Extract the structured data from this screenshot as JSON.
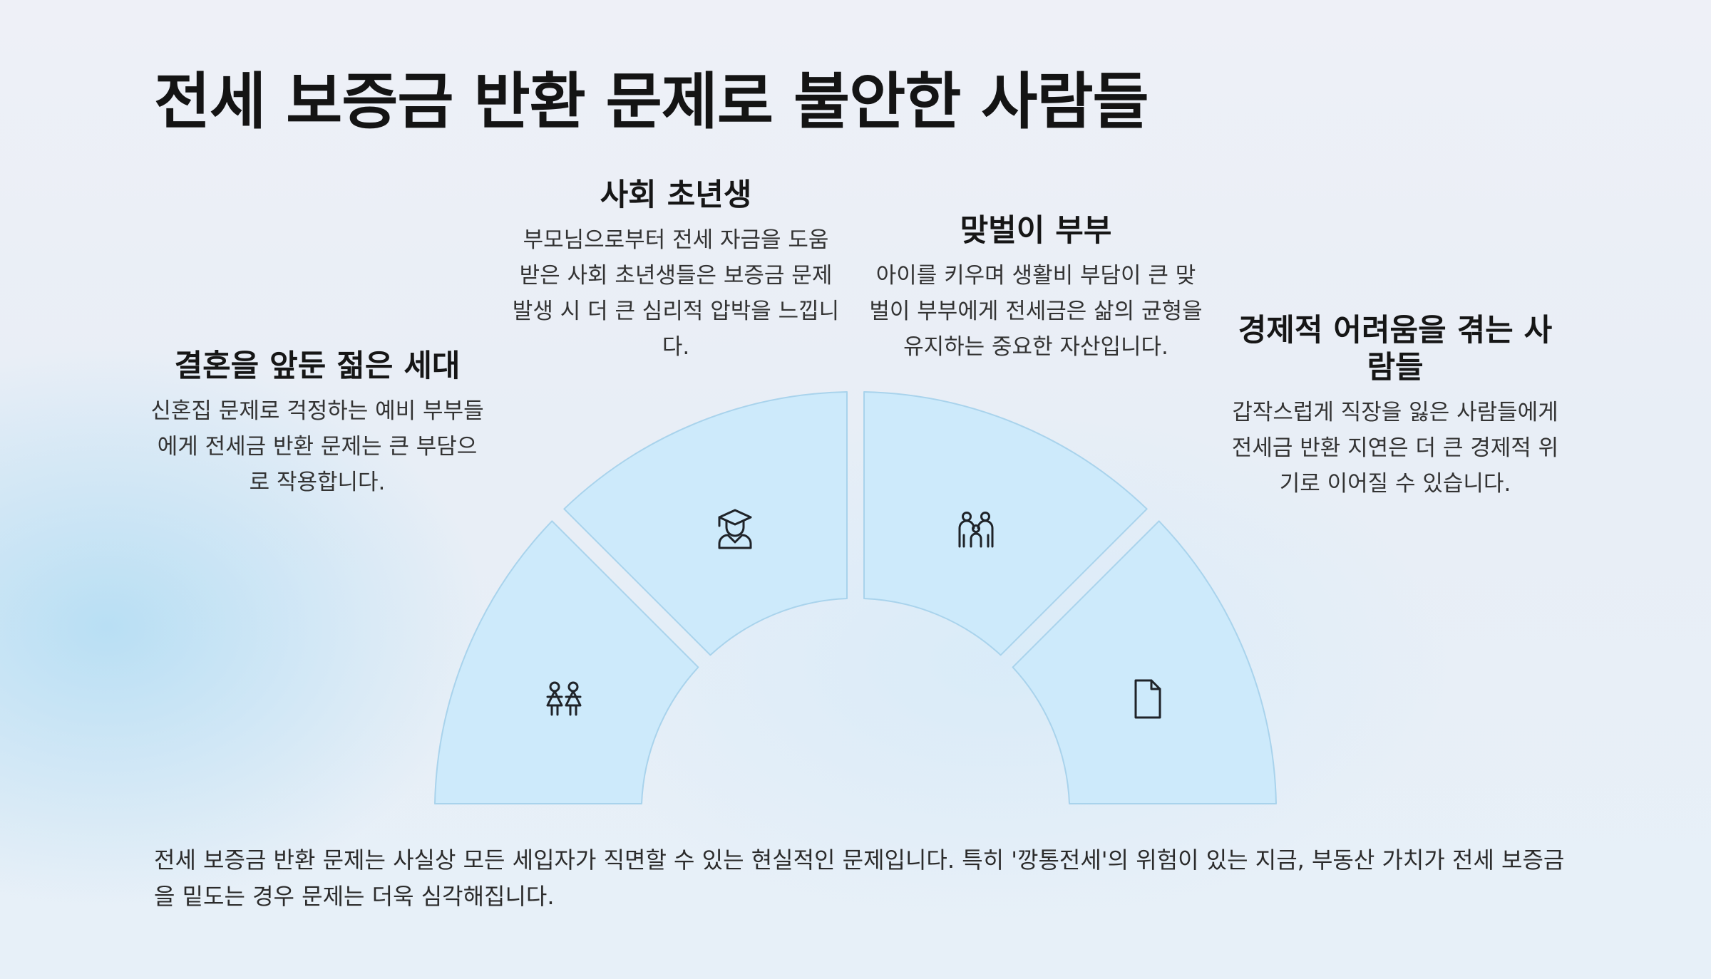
{
  "title": "전세 보증금 반환 문제로 불안한 사람들",
  "segments": [
    {
      "heading": "결혼을 앞둔 젊은 세대",
      "description": "신혼집 문제로 걱정하는 예비 부부들에게 전세금 반환 문제는 큰 부담으로 작용합니다.",
      "icon": "couple-icon"
    },
    {
      "heading": "사회 초년생",
      "description": "부모님으로부터 전세 자금을 도움 받은 사회 초년생들은 보증금 문제 발생 시 더 큰 심리적 압박을 느낍니다.",
      "icon": "graduate-icon"
    },
    {
      "heading": "맞벌이 부부",
      "description": "아이를 키우며 생활비 부담이 큰 맞벌이 부부에게 전세금은 삶의 균형을 유지하는 중요한 자산입니다.",
      "icon": "family-icon"
    },
    {
      "heading": "경제적 어려움을 겪는 사람들",
      "description": "갑작스럽게 직장을 잃은 사람들에게 전세금 반환 지연은 더 큰 경제적 위기로 이어질 수 있습니다.",
      "icon": "document-icon"
    }
  ],
  "summary": "전세 보증금 반환 문제는 사실상 모든 세입자가 직면할 수 있는 현실적인 문제입니다. 특히 '깡통전세'의 위험이 있는 지금, 부동산 가치가 전세 보증금을 밑도는 경우 문제는 더욱 심각해집니다.",
  "colors": {
    "segment_fill": "#cdeafb",
    "segment_stroke": "#a9d3ec",
    "icon": "#1f2328"
  }
}
